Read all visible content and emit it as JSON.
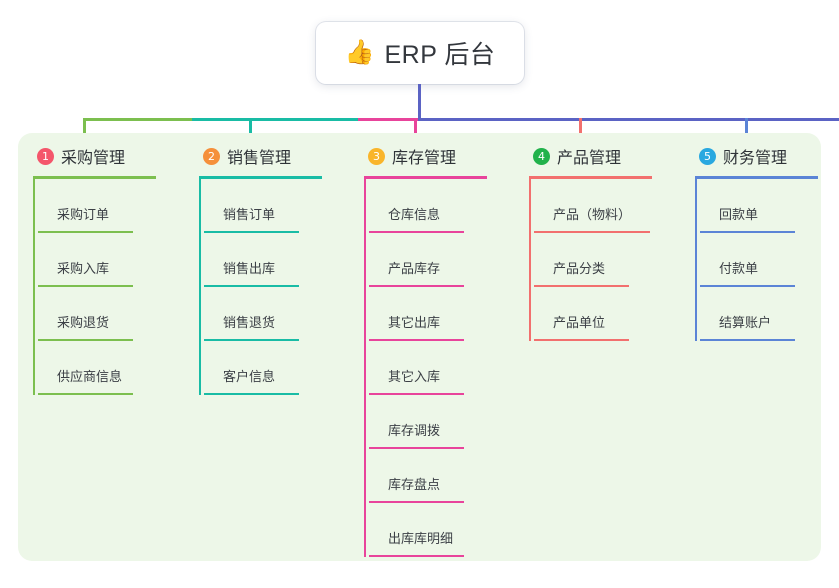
{
  "root": {
    "icon": "thumbs-up-icon",
    "icon_glyph": "👍",
    "title": "ERP 后台"
  },
  "colors": {
    "panel_bg": "#edf7e8",
    "stem": "#5b63c4",
    "bus_segments": [
      "#7cbf4f",
      "#19bca5",
      "#e8449b",
      "#5b63c4"
    ]
  },
  "columns": [
    {
      "number": "1",
      "title": "采购管理",
      "badge_color": "#f4566b",
      "line_color": "#7cbf4f",
      "items": [
        "采购订单",
        "采购入库",
        "采购退货",
        "供应商信息"
      ]
    },
    {
      "number": "2",
      "title": "销售管理",
      "badge_color": "#f5903b",
      "line_color": "#19bca5",
      "items": [
        "销售订单",
        "销售出库",
        "销售退货",
        "客户信息"
      ]
    },
    {
      "number": "3",
      "title": "库存管理",
      "badge_color": "#f9b52b",
      "line_color": "#e8449b",
      "items": [
        "仓库信息",
        "产品库存",
        "其它出库",
        "其它入库",
        "库存调拨",
        "库存盘点",
        "出库库明细"
      ]
    },
    {
      "number": "4",
      "title": "产品管理",
      "badge_color": "#21b24b",
      "line_color": "#f2706e",
      "items": [
        "产品（物料）",
        "产品分类",
        "产品单位"
      ]
    },
    {
      "number": "5",
      "title": "财务管理",
      "badge_color": "#29a8e0",
      "line_color": "#5b84d6",
      "items": [
        "回款单",
        "付款单",
        "结算账户"
      ]
    }
  ]
}
